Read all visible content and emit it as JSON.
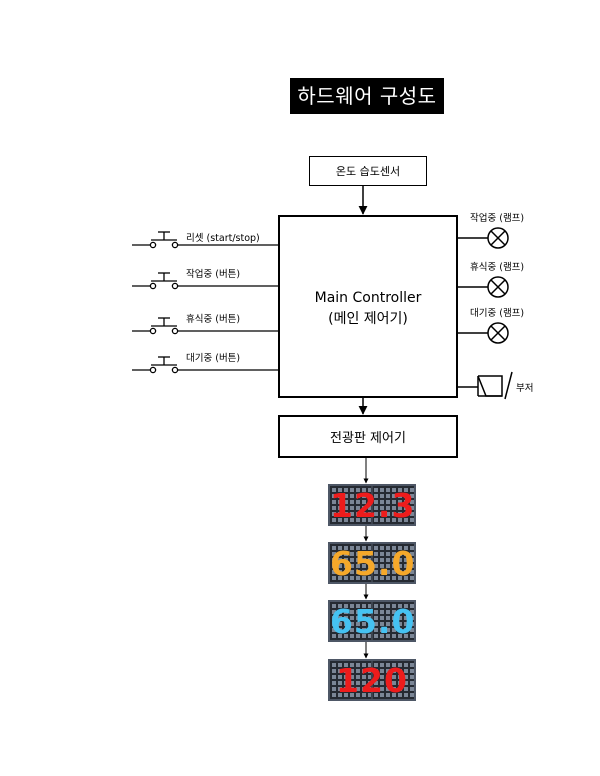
{
  "title": "하드웨어 구성도",
  "sensor": "온도 습도센서",
  "controller": {
    "line1": "Main Controller",
    "line2": "(메인 제어기)"
  },
  "display_controller": "전광판 제어기",
  "inputs": [
    {
      "label": "리셋 (start/stop)"
    },
    {
      "label": "작업중 (버튼)"
    },
    {
      "label": "휴식중 (버튼)"
    },
    {
      "label": "대기중 (버튼)"
    }
  ],
  "lamps": [
    {
      "label": "작업중 (램프)"
    },
    {
      "label": "휴식중 (램프)"
    },
    {
      "label": "대기중 (램프)"
    }
  ],
  "buzzer": "부저",
  "displays": [
    {
      "value": "12.3",
      "color": "#ee1c1c"
    },
    {
      "value": "65.0",
      "color": "#f5a82a"
    },
    {
      "value": "65.0",
      "color": "#45c2f2"
    },
    {
      "value": "120",
      "color": "#ee1c1c"
    }
  ]
}
